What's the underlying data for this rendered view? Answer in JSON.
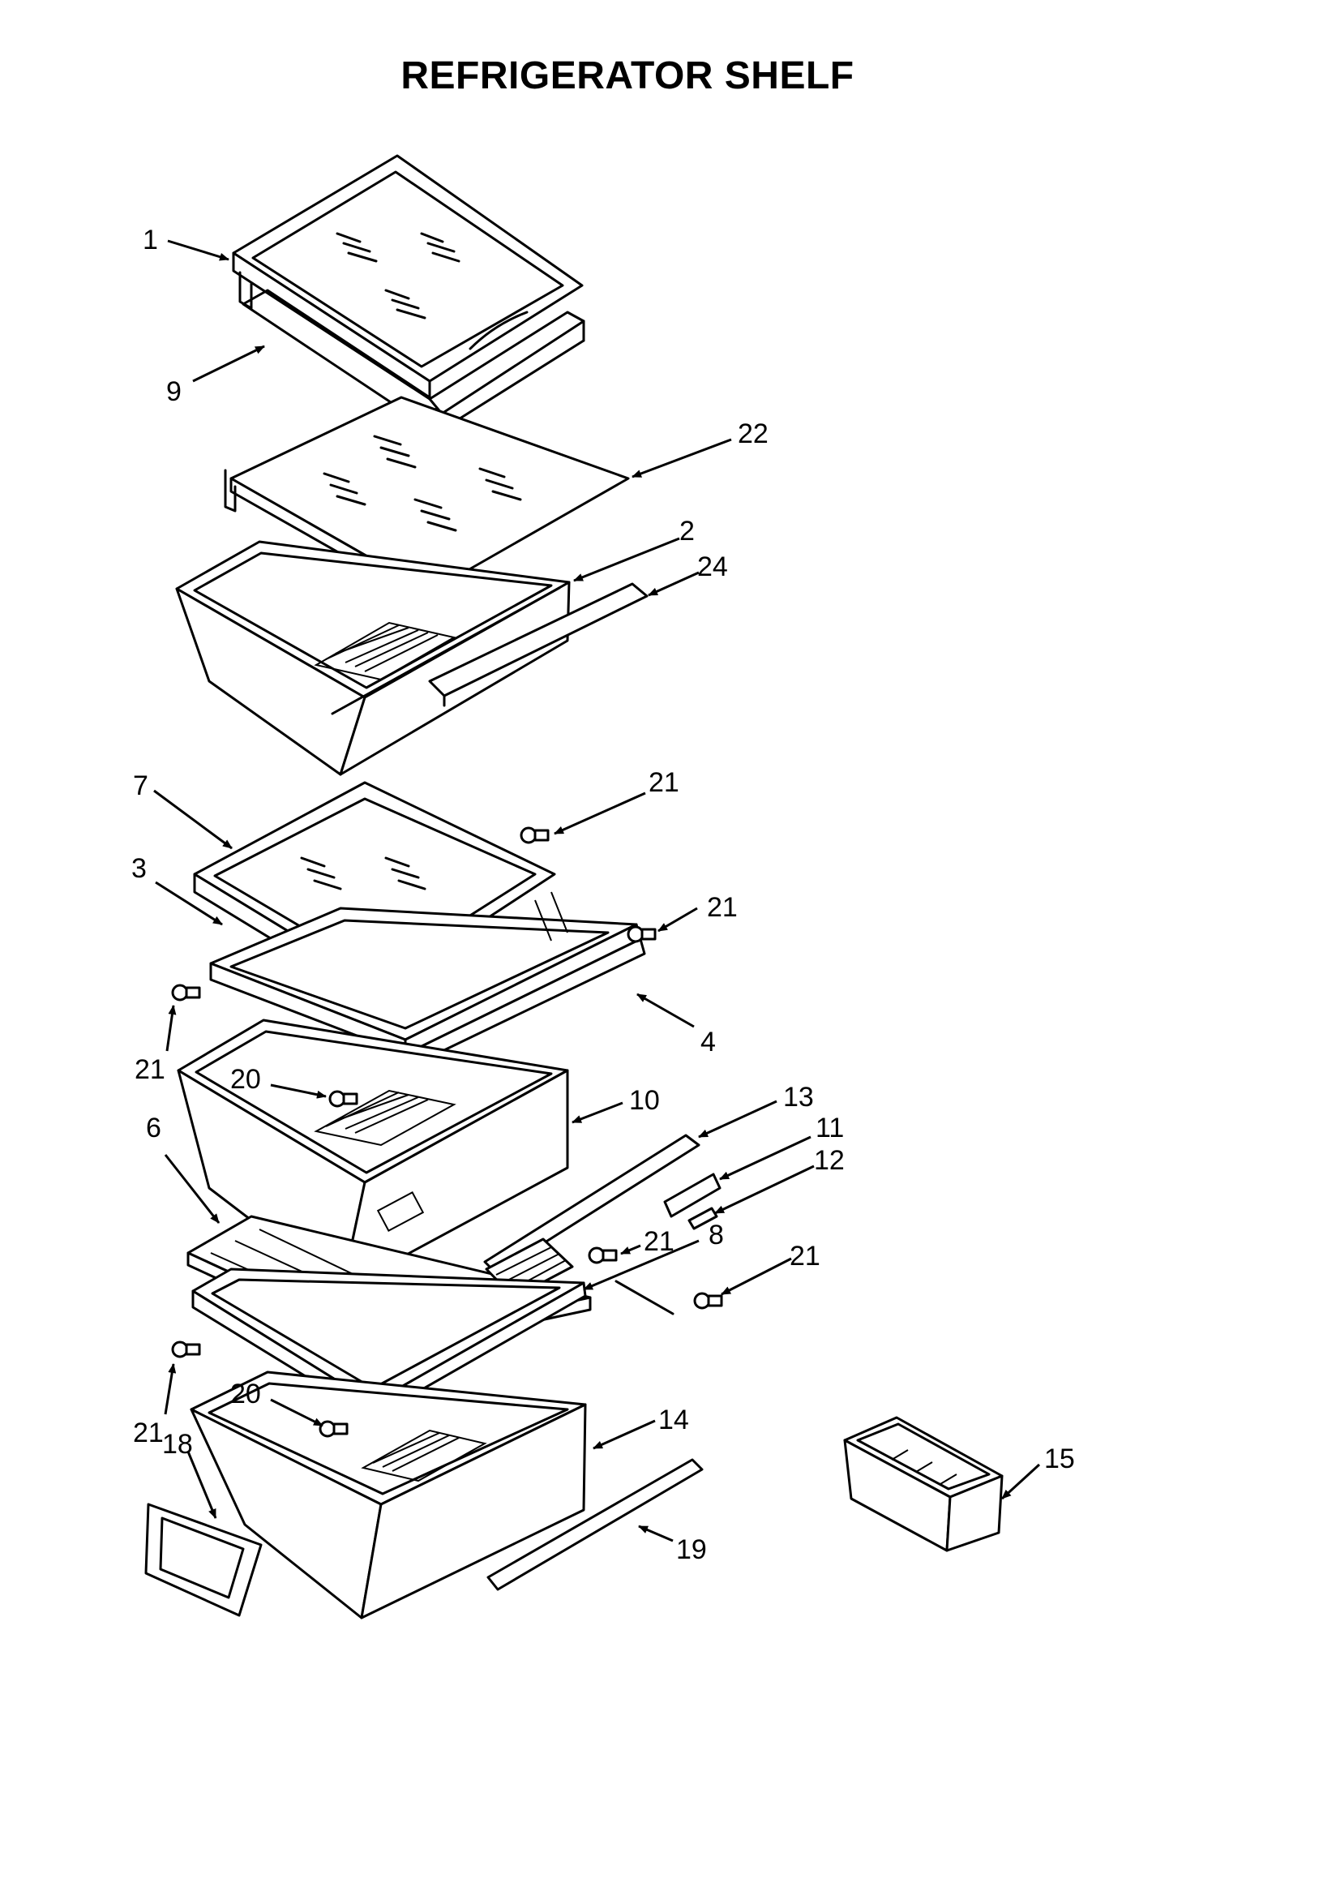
{
  "title": "REFRIGERATOR SHELF",
  "callouts": [
    {
      "id": "1",
      "label": "1"
    },
    {
      "id": "9",
      "label": "9"
    },
    {
      "id": "22",
      "label": "22"
    },
    {
      "id": "2",
      "label": "2"
    },
    {
      "id": "24",
      "label": "24"
    },
    {
      "id": "7",
      "label": "7"
    },
    {
      "id": "21a",
      "label": "21"
    },
    {
      "id": "3",
      "label": "3"
    },
    {
      "id": "21b",
      "label": "21"
    },
    {
      "id": "4",
      "label": "4"
    },
    {
      "id": "21c",
      "label": "21"
    },
    {
      "id": "20a",
      "label": "20"
    },
    {
      "id": "10",
      "label": "10"
    },
    {
      "id": "13",
      "label": "13"
    },
    {
      "id": "6",
      "label": "6"
    },
    {
      "id": "11",
      "label": "11"
    },
    {
      "id": "12",
      "label": "12"
    },
    {
      "id": "21d",
      "label": "21"
    },
    {
      "id": "8",
      "label": "8"
    },
    {
      "id": "21e",
      "label": "21"
    },
    {
      "id": "20b",
      "label": "20"
    },
    {
      "id": "14",
      "label": "14"
    },
    {
      "id": "21f",
      "label": "21"
    },
    {
      "id": "18",
      "label": "18"
    },
    {
      "id": "15",
      "label": "15"
    },
    {
      "id": "19",
      "label": "19"
    }
  ]
}
